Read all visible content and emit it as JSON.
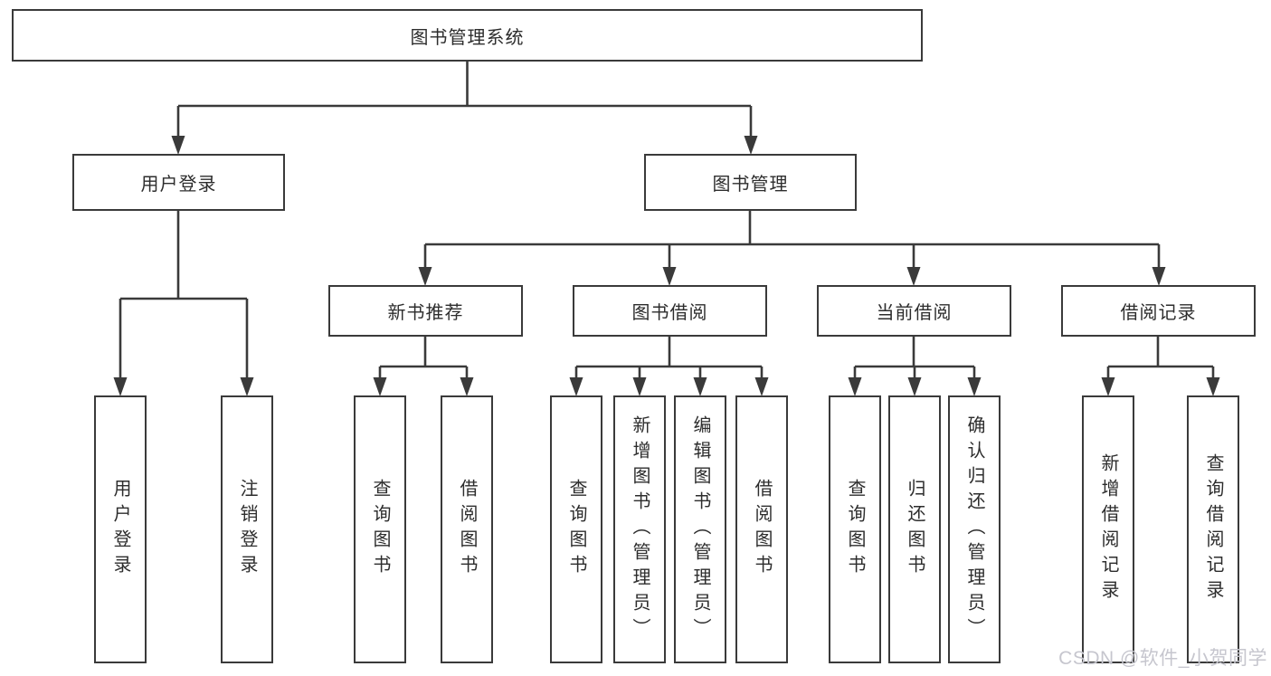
{
  "colors": {
    "line": "#3a3a3a",
    "text": "#2d2d2d",
    "background": "#ffffff",
    "watermark": "#c6c6ce"
  },
  "nodes": {
    "root": "图书管理系统",
    "user_login": "用户登录",
    "book_management": "图书管理",
    "new_book_recommend": "新书推荐",
    "book_borrowing": "图书借阅",
    "current_borrowing": "当前借阅",
    "borrowing_records": "借阅记录",
    "leaves": {
      "user_login_group": [
        "用户登录",
        "注销登录"
      ],
      "new_book_group": [
        "查询图书",
        "借阅图书"
      ],
      "book_borrowing_group": [
        "查询图书",
        "新增图书（管理员）",
        "编辑图书（管理员）",
        "借阅图书"
      ],
      "current_borrowing_group": [
        "查询图书",
        "归还图书",
        "确认归还（管理员）"
      ],
      "borrowing_records_group": [
        "新增借阅记录",
        "查询借阅记录"
      ]
    }
  },
  "watermark": "CSDN @软件_小贺同学"
}
